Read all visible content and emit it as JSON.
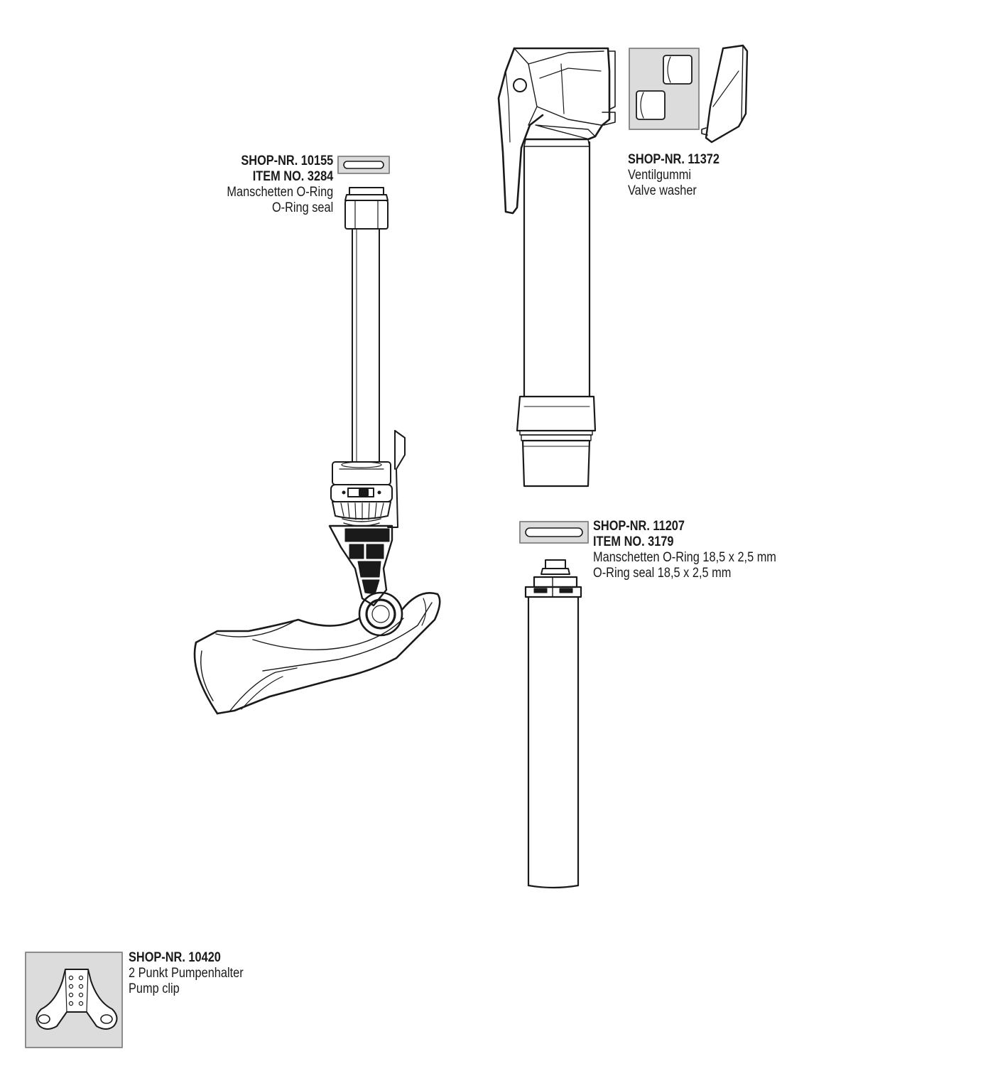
{
  "parts": [
    {
      "id": "oring-top",
      "shop_nr": "SHOP-NR. 10155",
      "item_no": "ITEM NO. 3284",
      "name_de": "Manschetten O-Ring",
      "name_en": "O-Ring seal"
    },
    {
      "id": "valve-washer",
      "shop_nr": "SHOP-NR. 11372",
      "name_de": "Ventilgummi",
      "name_en": "Valve washer"
    },
    {
      "id": "oring-bottom",
      "shop_nr": "SHOP-NR. 11207",
      "item_no": "ITEM NO. 3179",
      "name_de": "Manschetten O-Ring 18,5 x 2,5 mm",
      "name_en": "O-Ring seal 18,5 x 2,5 mm"
    },
    {
      "id": "pump-clip",
      "shop_nr": "SHOP-NR. 10420",
      "name_de": "2 Punkt Pumpenhalter",
      "name_en": "Pump clip"
    }
  ],
  "colors": {
    "line": "#1a1a1a",
    "swatch_fill": "#dcdcdc",
    "swatch_border": "#8c8c8c"
  }
}
